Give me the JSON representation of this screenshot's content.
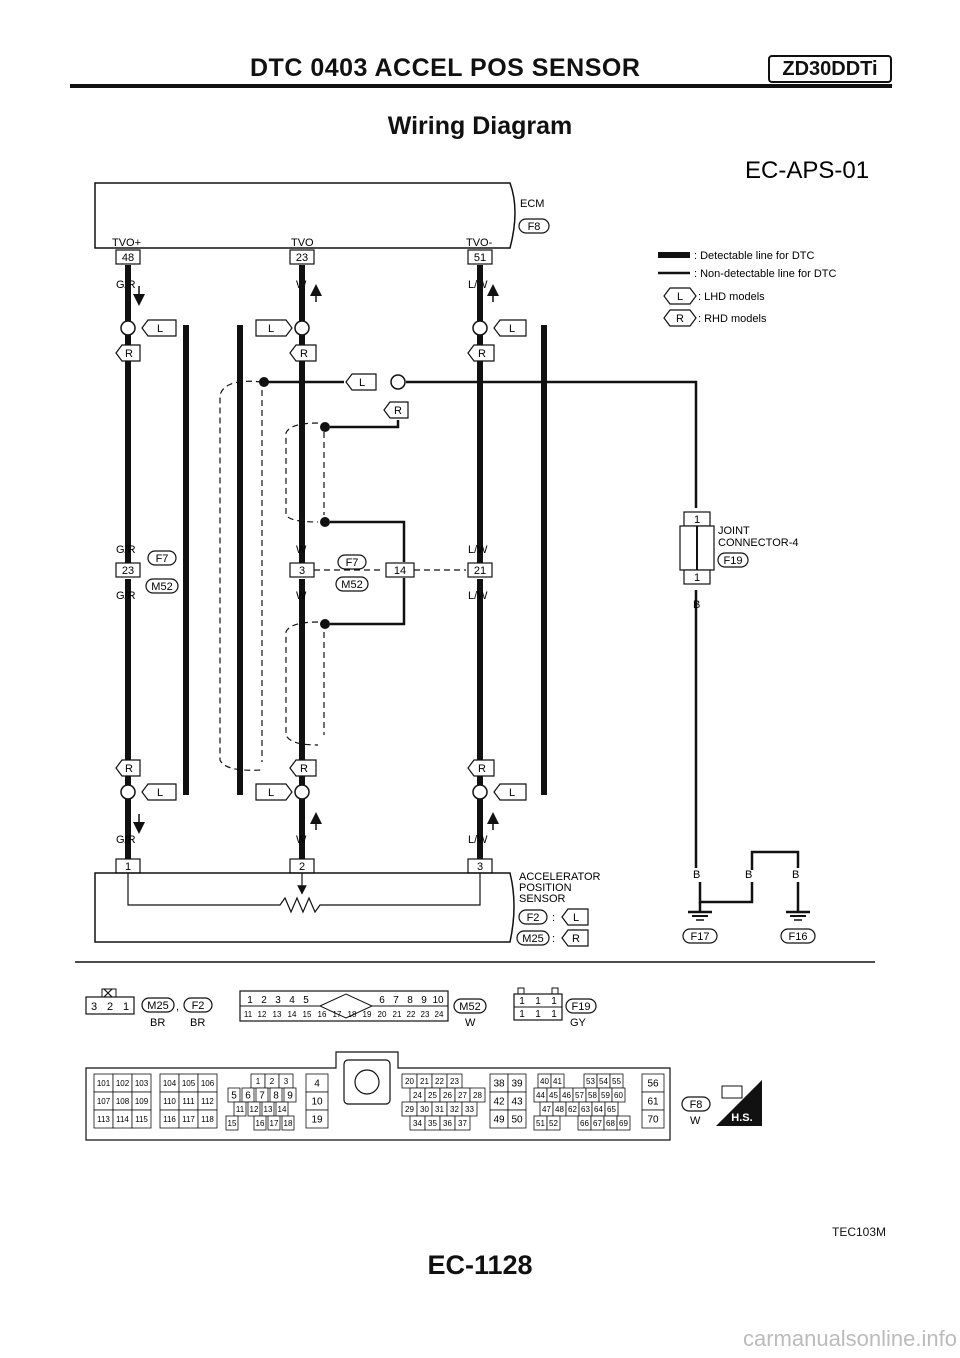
{
  "header": {
    "title": "DTC 0403 ACCEL POS SENSOR",
    "badge": "ZD30DDTi"
  },
  "subtitle": "Wiring Diagram",
  "diagram": {
    "code": "EC-APS-01",
    "ecm": {
      "name": "ECM",
      "connector": "F8"
    },
    "ecm_terminals": [
      {
        "name": "TVO+",
        "no": "48",
        "wire": "G/R"
      },
      {
        "name": "TVO",
        "no": "23",
        "wire": "W"
      },
      {
        "name": "TVO-",
        "no": "51",
        "wire": "L/W"
      }
    ],
    "legend": {
      "detectable": ": Detectable line for DTC",
      "nondetectable": ": Non-detectable line for DTC",
      "lhd_tag": "L",
      "lhd": ": LHD models",
      "rhd_tag": "R",
      "rhd": ": RHD models"
    },
    "tags": {
      "L": "L",
      "R": "R"
    },
    "mid_connector": {
      "f": "F7",
      "m": "M52",
      "pins": [
        "23",
        "3",
        "14",
        "21"
      ],
      "wires_top": [
        "G/R",
        "W",
        "L/W"
      ],
      "wires_bottom": [
        "G/R",
        "W",
        "L/W"
      ]
    },
    "joint": {
      "label1": "JOINT",
      "label2": "CONNECTOR-4",
      "connector": "F19",
      "pin_top": "1",
      "pin_bottom": "1",
      "wire": "B"
    },
    "sensor": {
      "label1": "ACCELERATOR",
      "label2": "POSITION",
      "label3": "SENSOR",
      "pins": [
        "1",
        "2",
        "3"
      ],
      "wires": [
        "G/R",
        "W",
        "L/W"
      ],
      "f_conn": "F2",
      "m_conn": "M25",
      "colon": ":",
      "lhd_tag": "L",
      "rhd_tag": "R"
    },
    "grounds": {
      "wires": [
        "B",
        "B",
        "B"
      ],
      "g1": "F17",
      "g2": "F16"
    }
  },
  "connectors": {
    "c321": {
      "pins": [
        "3",
        "2",
        "1"
      ]
    },
    "m25": {
      "id": "M25",
      "color": "BR"
    },
    "comma": ",",
    "f2": {
      "id": "F2",
      "color": "BR"
    },
    "m52": {
      "id": "M52",
      "color": "W"
    },
    "m52_row1": [
      "1",
      "2",
      "3",
      "4",
      "5",
      "6",
      "7",
      "8",
      "9",
      "10"
    ],
    "m52_row2": [
      "11",
      "12",
      "13",
      "14",
      "15",
      "16",
      "17",
      "18",
      "19",
      "20",
      "21",
      "22",
      "23",
      "24"
    ],
    "f19": {
      "id": "F19",
      "color": "GY",
      "pins": [
        "1",
        "1",
        "1",
        "1",
        "1",
        "1"
      ]
    },
    "f8": {
      "id": "F8",
      "color": "W",
      "hs": "H.S."
    },
    "f8_groups": {
      "g1": [
        [
          "101",
          "102",
          "103"
        ],
        [
          "107",
          "108",
          "109"
        ],
        [
          "113",
          "114",
          "115"
        ]
      ],
      "g2": [
        [
          "104",
          "105",
          "106"
        ],
        [
          "110",
          "111",
          "112"
        ],
        [
          "116",
          "117",
          "118"
        ]
      ],
      "g3": [
        [
          "1",
          "2",
          "3"
        ],
        [
          "5",
          "6",
          "7",
          "8",
          "9"
        ],
        [
          "11",
          "12",
          "13",
          "14"
        ],
        [
          "15",
          "16",
          "17",
          "18"
        ]
      ],
      "g4": [
        "4",
        "10",
        "19"
      ],
      "g5": [
        [
          "20",
          "21",
          "22",
          "23"
        ],
        [
          "24",
          "25",
          "26",
          "27",
          "28"
        ],
        [
          "29",
          "30",
          "31",
          "32",
          "33"
        ],
        [
          "34",
          "35",
          "36",
          "37"
        ]
      ],
      "g6": [
        [
          "38",
          "39"
        ],
        [
          "42",
          "43"
        ],
        [
          "49",
          "50"
        ]
      ],
      "g7": [
        [
          "40",
          "41",
          "53",
          "54",
          "55"
        ],
        [
          "44",
          "45",
          "46",
          "57",
          "58",
          "59",
          "60"
        ],
        [
          "47",
          "48",
          "62",
          "63",
          "64",
          "65"
        ],
        [
          "51",
          "52",
          "66",
          "67",
          "68",
          "69"
        ]
      ],
      "g8": [
        "56",
        "61",
        "70"
      ]
    }
  },
  "figure_id": "TEC103M",
  "page": "EC-1128",
  "watermark": "carmanualsonline.info"
}
